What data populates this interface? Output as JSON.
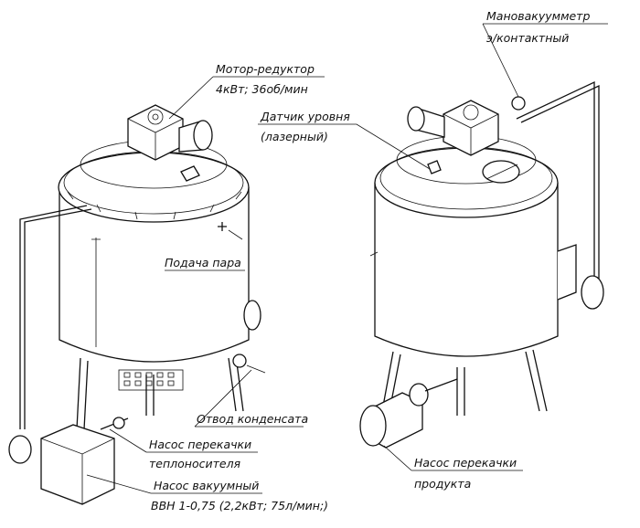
{
  "labels": {
    "motor_reducer": {
      "title": "Мотор-редуктор",
      "spec": "4кВт; 36об/мин"
    },
    "level_sensor": {
      "title": "Датчик уровня",
      "spec": "(лазерный)"
    },
    "vacuum_gauge": {
      "title": "Мановакуумметр",
      "spec": "э/контактный"
    },
    "steam_supply": "Подача пара",
    "condensate_drain": "Отвод конденсата",
    "heat_carrier_pump": {
      "title": "Насос перекачки",
      "spec": "теплоносителя"
    },
    "vacuum_pump": {
      "title": "Насос вакуумный",
      "spec": "ВВН 1-0,75 (2,2кВт; 75л/мин;)"
    },
    "product_pump": {
      "title": "Насос перекачки",
      "spec": "продукта"
    }
  }
}
